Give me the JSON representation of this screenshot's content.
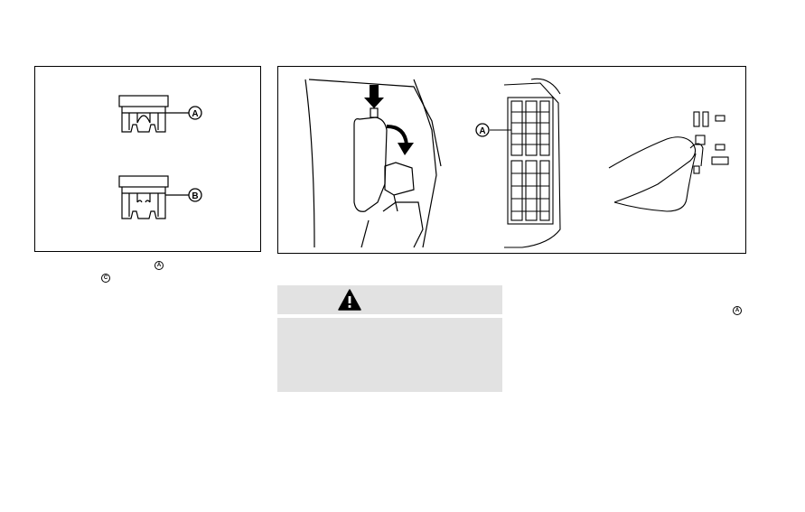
{
  "fuse_figure": {
    "callouts": [
      "A",
      "B"
    ]
  },
  "location_figure": {
    "callouts": [
      "A"
    ]
  },
  "text_marks": {
    "mark_a1": "A",
    "mark_c": "C",
    "mark_a2": "A"
  },
  "warning": {
    "icon": "warning-triangle-icon"
  },
  "colors": {
    "warning_background": "#e2e2e2",
    "line": "#000000"
  }
}
